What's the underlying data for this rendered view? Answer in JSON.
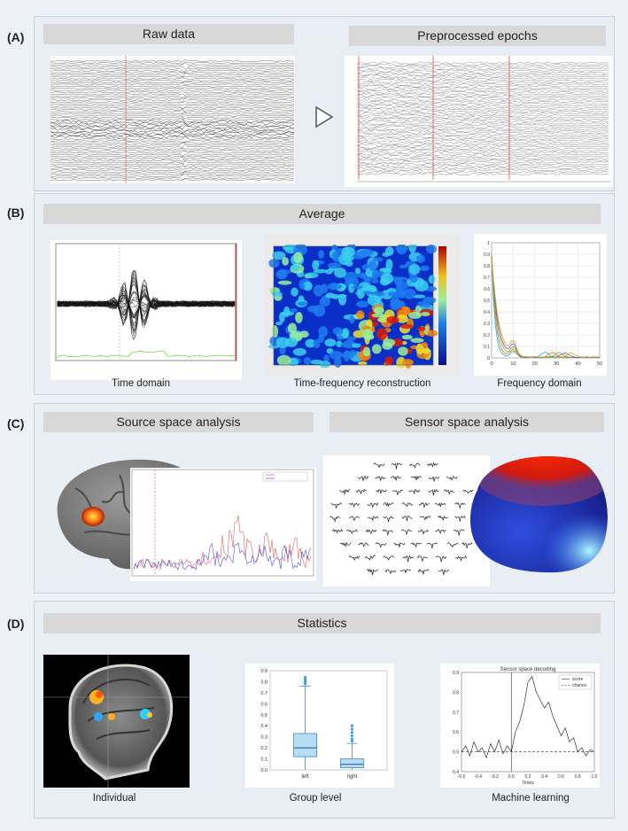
{
  "panel_a": {
    "letter": "(A)",
    "raw_header": "Raw data",
    "pre_header": "Preprocessed epochs"
  },
  "panel_b": {
    "letter": "(B)",
    "header": "Average",
    "captions": [
      "Time domain",
      "Time-frequency reconstruction",
      "Frequency domain"
    ]
  },
  "panel_c": {
    "letter": "(C)",
    "source_header": "Source space analysis",
    "sensor_header": "Sensor space analysis"
  },
  "panel_d": {
    "letter": "(D)",
    "header": "Statistics",
    "captions": [
      "Individual",
      "Group level",
      "Machine learning"
    ],
    "decoding_title": "Sensor space decoding",
    "legend": [
      "score",
      "chance"
    ],
    "x_axis_label": "Times"
  },
  "chart_data": [
    {
      "type": "box",
      "categories": [
        "left",
        "right"
      ],
      "ylim": [
        0,
        0.9
      ],
      "yticks": [
        0.0,
        0.1,
        0.2,
        0.3,
        0.4,
        0.5,
        0.6,
        0.7,
        0.8,
        0.9
      ],
      "boxes": [
        {
          "name": "left",
          "q1": 0.12,
          "median": 0.2,
          "q3": 0.33,
          "whisker_low": 0.0,
          "whisker_high": 0.76,
          "outliers": [
            0.78,
            0.8,
            0.82,
            0.84
          ]
        },
        {
          "name": "right",
          "q1": 0.02,
          "median": 0.05,
          "q3": 0.1,
          "whisker_low": 0.0,
          "whisker_high": 0.24,
          "outliers": [
            0.26,
            0.28,
            0.31,
            0.34,
            0.37,
            0.4
          ]
        }
      ]
    },
    {
      "type": "line",
      "title": "Sensor space decoding",
      "xlabel": "Times",
      "xlim": [
        -0.6,
        1.0
      ],
      "ylim": [
        0.4,
        0.9
      ],
      "xticks": [
        "-0.6",
        "-0.4",
        "-0.2",
        "0.0",
        "0.2",
        "0.4",
        "0.6",
        "0.8",
        "1.0"
      ],
      "yticks": [
        "0.4",
        "0.5",
        "0.6",
        "0.7",
        "0.8",
        "0.9"
      ],
      "series": [
        {
          "name": "score",
          "x": [
            -0.6,
            -0.55,
            -0.5,
            -0.45,
            -0.4,
            -0.35,
            -0.3,
            -0.25,
            -0.2,
            -0.15,
            -0.1,
            -0.05,
            0.0,
            0.05,
            0.1,
            0.15,
            0.2,
            0.25,
            0.3,
            0.35,
            0.4,
            0.45,
            0.5,
            0.55,
            0.6,
            0.65,
            0.7,
            0.75,
            0.8,
            0.85,
            0.9,
            0.95,
            1.0
          ],
          "y": [
            0.5,
            0.53,
            0.48,
            0.55,
            0.5,
            0.52,
            0.47,
            0.54,
            0.5,
            0.56,
            0.49,
            0.53,
            0.5,
            0.6,
            0.65,
            0.73,
            0.85,
            0.88,
            0.8,
            0.76,
            0.72,
            0.75,
            0.68,
            0.63,
            0.58,
            0.62,
            0.55,
            0.57,
            0.5,
            0.52,
            0.48,
            0.51,
            0.5
          ]
        },
        {
          "name": "chance",
          "x": [
            -0.6,
            1.0
          ],
          "y": [
            0.5,
            0.5
          ]
        }
      ]
    },
    {
      "type": "line",
      "xlim": [
        0,
        50
      ],
      "xticks": [
        "0",
        "10",
        "20",
        "30",
        "40",
        "50"
      ],
      "yticks": [
        "0",
        "0.1",
        "0.2",
        "0.3",
        "0.4",
        "0.5",
        "0.6",
        "0.7",
        "0.8",
        "0.9",
        "1"
      ],
      "ylim": [
        0,
        1
      ]
    }
  ]
}
